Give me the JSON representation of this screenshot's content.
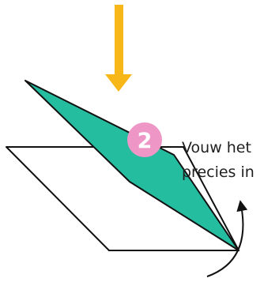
{
  "instruction": {
    "step_number": "2",
    "caption_lines": [
      "Vouw het",
      "precies in"
    ]
  },
  "colors": {
    "arrow": "#F7B718",
    "flap_fill": "#25BDA0",
    "outline": "#111111",
    "badge": "#EE96C6",
    "badge_text": "#ffffff",
    "paper_fill": "#ffffff"
  },
  "icons": {
    "down_arrow": "down-arrow-icon",
    "fold_arrow": "curved-rotate-arrow-icon"
  }
}
